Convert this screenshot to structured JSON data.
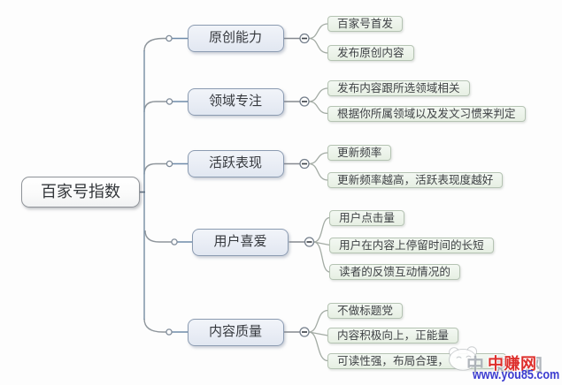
{
  "page": {
    "type": "mind-map",
    "background_color": "#fdfdfd"
  },
  "map": {
    "root": {
      "label": "百家号指数"
    },
    "branches": [
      {
        "label": "原创能力",
        "children": [
          {
            "text": "百家号首发"
          },
          {
            "text": "发布原创内容"
          }
        ]
      },
      {
        "label": "领域专注",
        "children": [
          {
            "text": "发布内容跟所选领域相关"
          },
          {
            "text": "根据你所属领域以及发文习惯来判定"
          }
        ]
      },
      {
        "label": "活跃表现",
        "children": [
          {
            "text": "更新频率"
          },
          {
            "text": "更新频率越高，活跃表现度越好"
          }
        ]
      },
      {
        "label": "用户喜爱",
        "children": [
          {
            "text": "用户点击量"
          },
          {
            "text": "用户在内容上停留时间的长短"
          },
          {
            "text": "读者的反馈互动情况的"
          }
        ]
      },
      {
        "label": "内容质量",
        "children": [
          {
            "text": "不做标题党"
          },
          {
            "text": "内容积极向上，正能量"
          },
          {
            "text": "可读性强，布局合理，"
          }
        ]
      }
    ],
    "collapse_icon": "minus"
  },
  "watermark": {
    "site_name": "中赚网",
    "site_name_echo": "中赚网",
    "site_url": "www.you85.com",
    "name_color": "#dd2f2c",
    "url_color": "#3b3bd0"
  },
  "colors": {
    "branch_border": "#8b9bb1",
    "branch_fill": "#e7ecf5",
    "leaf_border": "#b5c3b3",
    "leaf_fill": "#ecf3ea",
    "trunk_line": "#7e93a8",
    "right_line": "#a3aba4"
  }
}
